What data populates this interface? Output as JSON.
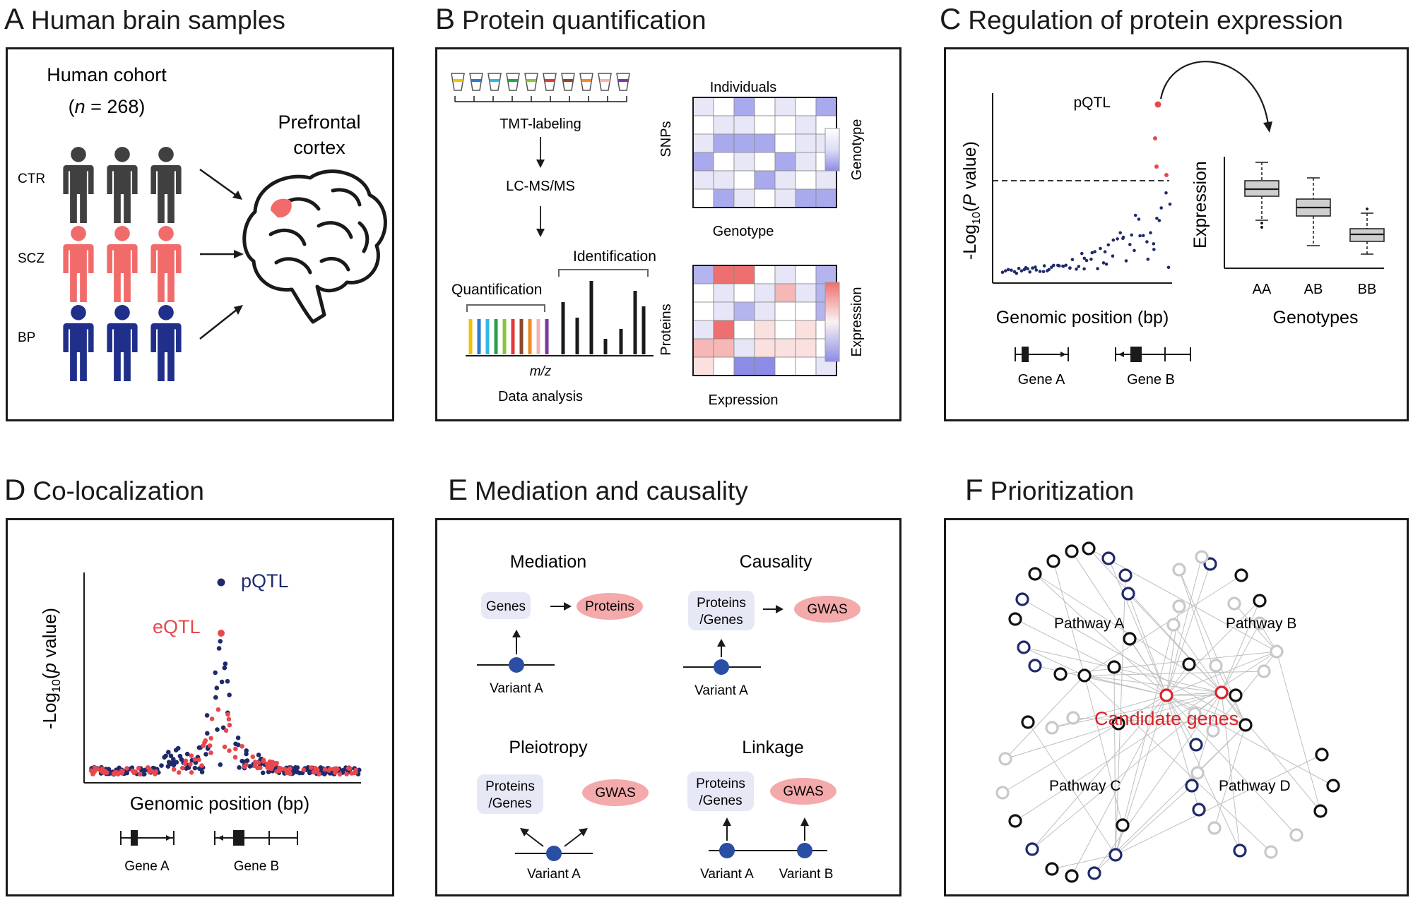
{
  "panels": {
    "A": {
      "letter": "A",
      "title": "Human brain samples",
      "cohort_label": "Human cohort",
      "n_symbol": "n",
      "n_value": " = 268",
      "groups": [
        {
          "label": "CTR",
          "color": "#404040"
        },
        {
          "label": "SCZ",
          "color": "#f26b6b"
        },
        {
          "label": "BP",
          "color": "#1f2f8a"
        }
      ],
      "region_line1": "Prefrontal",
      "region_line2": "cortex"
    },
    "B": {
      "letter": "B",
      "title": "Protein quantification",
      "step1": "TMT-labeling",
      "step2": "LC-MS/MS",
      "identification": "Identification",
      "quantification": "Quantification",
      "mz": "m/z",
      "data_analysis": "Data analysis",
      "matrix1": {
        "top_label": "Individuals",
        "row_label": "SNPs",
        "bottom_label": "Genotype",
        "legend_label": "Genotype"
      },
      "matrix2": {
        "row_label": "Proteins",
        "bottom_label": "Expression",
        "legend_label": "Expression"
      }
    },
    "C": {
      "letter": "C",
      "title": "Regulation of protein expression",
      "ylabel_prefix": "-Log",
      "ylabel_sub": "10",
      "ylabel_open": "(",
      "ylabel_p": "P",
      "ylabel_rest": " value)",
      "pqtl": "pQTL",
      "xlabel": "Genomic position (bp)",
      "gene_a": "Gene A",
      "gene_b": "Gene B",
      "box_ylabel": "Expression",
      "box_xlabel": "Genotypes",
      "genotypes": [
        "AA",
        "AB",
        "BB"
      ]
    },
    "D": {
      "letter": "D",
      "title": "Co-localization",
      "ylabel_prefix": "-Log",
      "ylabel_sub": "10",
      "ylabel_open": "(",
      "ylabel_p": "p",
      "ylabel_rest": " value)",
      "pqtl": "pQTL",
      "eqtl": "eQTL",
      "xlabel": "Genomic position (bp)",
      "gene_a": "Gene A",
      "gene_b": "Gene B"
    },
    "E": {
      "letter": "E",
      "title": "Mediation and causality",
      "mediation": {
        "title": "Mediation",
        "genes": "Genes",
        "proteins": "Proteins",
        "variant": "Variant A"
      },
      "causality": {
        "title": "Causality",
        "proteins_l1": "Proteins",
        "proteins_l2": "/Genes",
        "gwas": "GWAS",
        "variant": "Variant A"
      },
      "pleiotropy": {
        "title": "Pleiotropy",
        "proteins_l1": "Proteins",
        "proteins_l2": "/Genes",
        "gwas": "GWAS",
        "variant": "Variant A"
      },
      "linkage": {
        "title": "Linkage",
        "proteins_l1": "Proteins",
        "proteins_l2": "/Genes",
        "gwas": "GWAS",
        "variant_a": "Variant A",
        "variant_b": "Variant B"
      }
    },
    "F": {
      "letter": "F",
      "title": "Prioritization",
      "pathways": [
        "Pathway A",
        "Pathway B",
        "Pathway C",
        "Pathway D"
      ],
      "candidates": "Candidate genes"
    }
  },
  "colors": {
    "red": "#e8484d",
    "navy": "#1f2a6b",
    "pink_node": "#f4a9ab",
    "lavender_node": "#e6e8f6",
    "candidate": "#d9232a",
    "gray_node": "#c8c8c8"
  }
}
